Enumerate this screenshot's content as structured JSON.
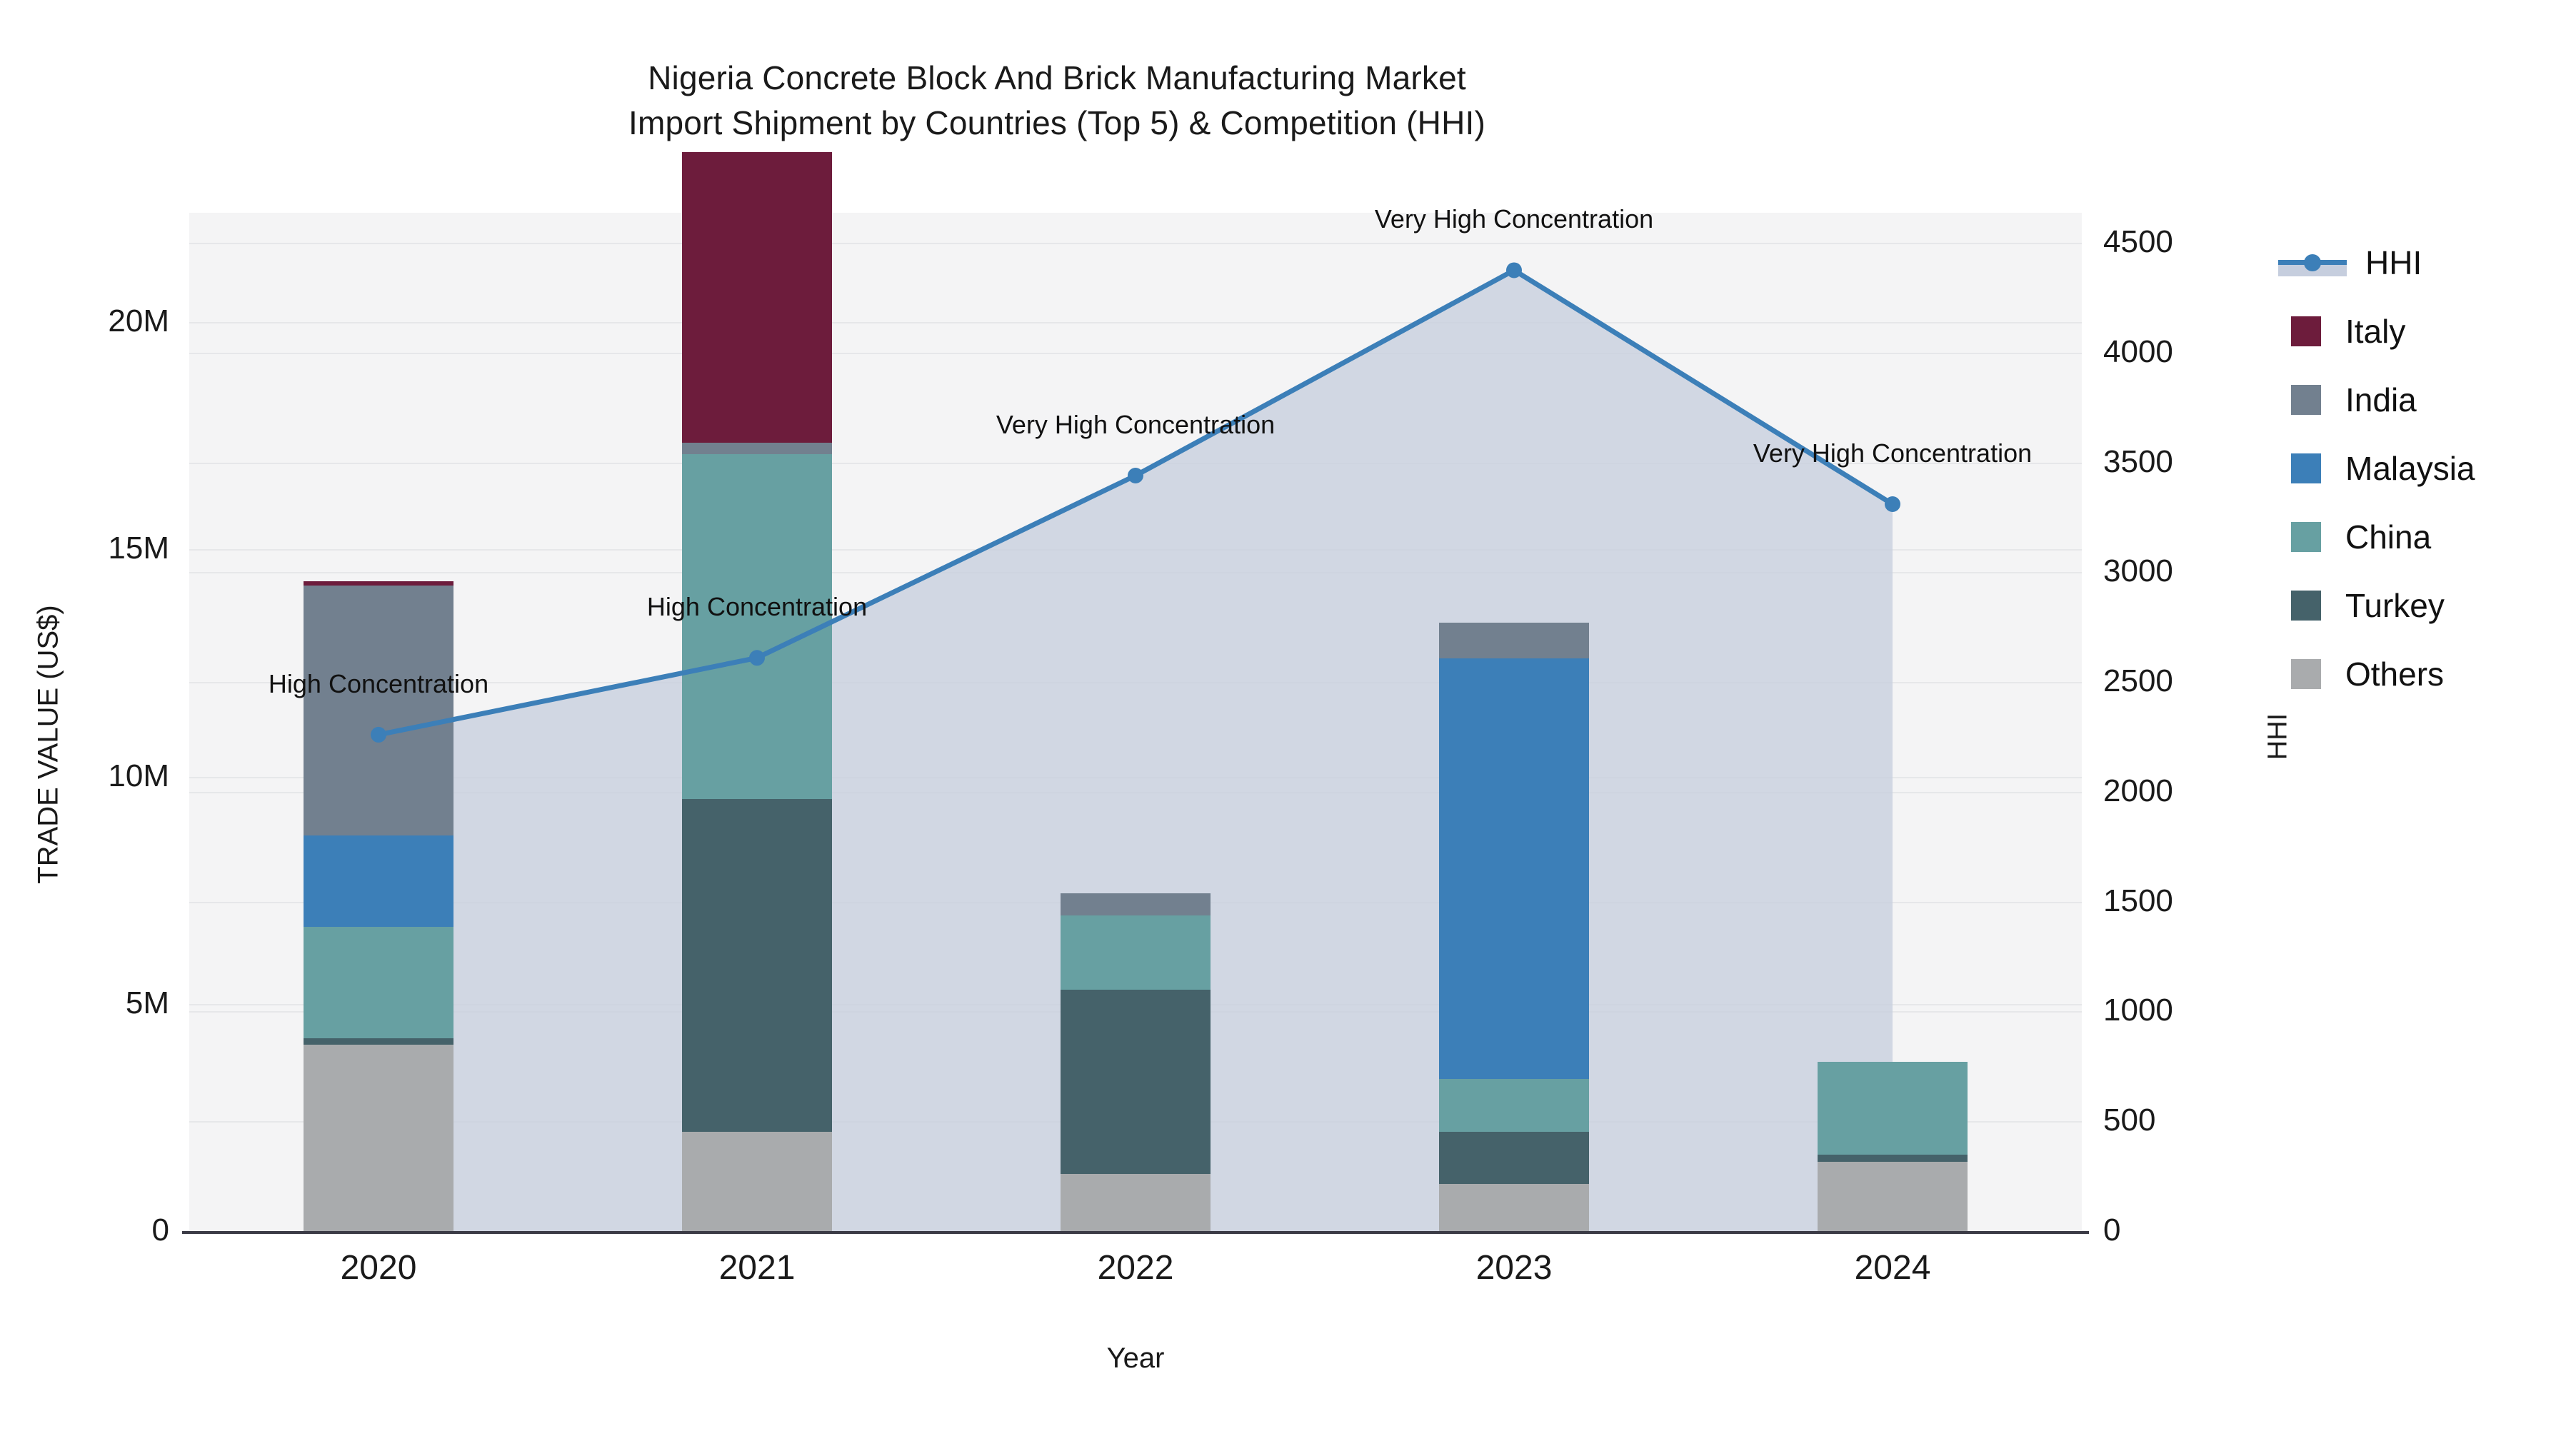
{
  "chart_data": {
    "type": "bar",
    "title": "Nigeria Concrete Block And Brick Manufacturing Market\nImport Shipment by Countries (Top 5) & Competition (HHI)",
    "title_lines": [
      "Nigeria Concrete Block And Brick Manufacturing Market",
      "Import Shipment by Countries (Top 5) & Competition (HHI)"
    ],
    "xlabel": "Year",
    "ylabel": "TRADE VALUE (US$)",
    "ylabel_secondary": "HHI",
    "categories": [
      "2020",
      "2021",
      "2022",
      "2023",
      "2024"
    ],
    "ylim": [
      0,
      22000000
    ],
    "ylim_secondary": [
      0,
      4500
    ],
    "yticks": [
      0,
      5000000,
      10000000,
      15000000,
      20000000
    ],
    "ytick_labels": [
      "0",
      "5M",
      "10M",
      "15M",
      "20M"
    ],
    "yticks_secondary": [
      0,
      500,
      1000,
      1500,
      2000,
      2500,
      3000,
      3500,
      4000,
      4500
    ],
    "ytick_labels_secondary": [
      "0",
      "500",
      "1000",
      "1500",
      "2000",
      "2500",
      "3000",
      "3500",
      "4000",
      "4500"
    ],
    "grid": true,
    "legend_position": "right",
    "stacked": true,
    "stack_order_bottom_to_top": [
      "Others",
      "Turkey",
      "China",
      "Malaysia",
      "India",
      "Italy"
    ],
    "series": [
      {
        "name": "Italy",
        "color": "#6d1c3c",
        "values": [
          100000,
          6400000,
          0,
          0,
          0
        ]
      },
      {
        "name": "India",
        "color": "#72808f",
        "values": [
          5500000,
          250000,
          500000,
          790000,
          0
        ]
      },
      {
        "name": "Malaysia",
        "color": "#3c7fb8",
        "values": [
          2000000,
          0,
          0,
          9260000,
          0
        ]
      },
      {
        "name": "China",
        "color": "#67a0a2",
        "values": [
          2450000,
          7600000,
          1630000,
          1150000,
          2040000
        ]
      },
      {
        "name": "Turkey",
        "color": "#45626a",
        "values": [
          150000,
          7310000,
          4060000,
          1160000,
          160000
        ]
      },
      {
        "name": "Others",
        "color": "#a9abad",
        "values": [
          4100000,
          2190000,
          1250000,
          1030000,
          1520000
        ]
      }
    ],
    "bar_totals": [
      14300000,
      23750000,
      7440000,
      13390000,
      3720000
    ],
    "hhi_series": {
      "name": "HHI",
      "color": "#3c7fb8",
      "fill_color": "#c6cede",
      "values": [
        2260,
        2610,
        3440,
        4375,
        3310
      ],
      "annotations": [
        "High Concentration",
        "High Concentration",
        "Very High Concentration",
        "Very High Concentration",
        "Very High Concentration"
      ]
    },
    "legend_entries": [
      {
        "label": "HHI",
        "type": "line",
        "color": "#3c7fb8"
      },
      {
        "label": "Italy",
        "type": "patch",
        "color": "#6d1c3c"
      },
      {
        "label": "India",
        "type": "patch",
        "color": "#72808f"
      },
      {
        "label": "Malaysia",
        "type": "patch",
        "color": "#3c7fb8"
      },
      {
        "label": "China",
        "type": "patch",
        "color": "#67a0a2"
      },
      {
        "label": "Turkey",
        "type": "patch",
        "color": "#45626a"
      },
      {
        "label": "Others",
        "type": "patch",
        "color": "#a9abad"
      }
    ]
  }
}
